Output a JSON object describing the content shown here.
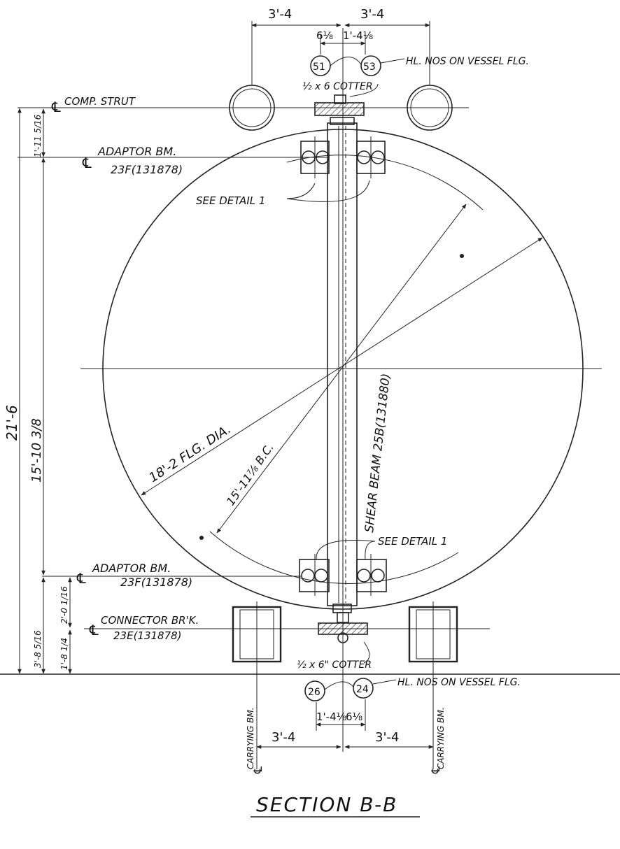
{
  "title": "SECTION B-B",
  "dimensions": {
    "top_left_span": "3'-4",
    "top_right_span": "3'-4",
    "top_left_offset": "6⅛",
    "top_right_offset": "1'-4⅛",
    "bottom_left_offset": "1'-4⅛",
    "bottom_right_offset": "6⅛",
    "bottom_left_span": "3'-4",
    "bottom_right_span": "3'-4",
    "overall_height": "21'-6",
    "inner_height": "15'-10 3/8",
    "comp_to_adaptor": "1'-11 5/16",
    "lower_offset": "3'-8 5/16",
    "adaptor_to_connector": "2'-0 1/16",
    "connector_to_base": "1'-8 1/4"
  },
  "hole_labels": {
    "top_left": "51",
    "top_right": "53",
    "top_note": "HL. NOS ON VESSEL FLG.",
    "bottom_left": "26",
    "bottom_right": "24",
    "bottom_note": "HL. NOS ON VESSEL FLG."
  },
  "callouts": {
    "comp_strut": "COMP. STRUT",
    "top_cotter": "½ x 6 COTTER",
    "top_adaptor_title": "ADAPTOR BM.",
    "top_adaptor_ref": "23F(131878)",
    "see_detail_top": "SEE DETAIL 1",
    "see_detail_bottom": "SEE DETAIL 1",
    "flange_dia": "18'-2 FLG. DIA.",
    "bolt_circle": "15'-11⅞ B.C.",
    "shear_beam": "SHEAR BEAM 25B(131880)",
    "bottom_adaptor_title": "ADAPTOR BM.",
    "bottom_adaptor_ref": "23F(131878)",
    "connector_title": "CONNECTOR BR'K.",
    "connector_ref": "23E(131878)",
    "bottom_cotter": "½ x 6\" COTTER",
    "carrying_left": "CARRYING BM.",
    "carrying_right": "CARRYING BM."
  },
  "colors": {
    "ink": "#222222",
    "paper": "#ffffff"
  }
}
